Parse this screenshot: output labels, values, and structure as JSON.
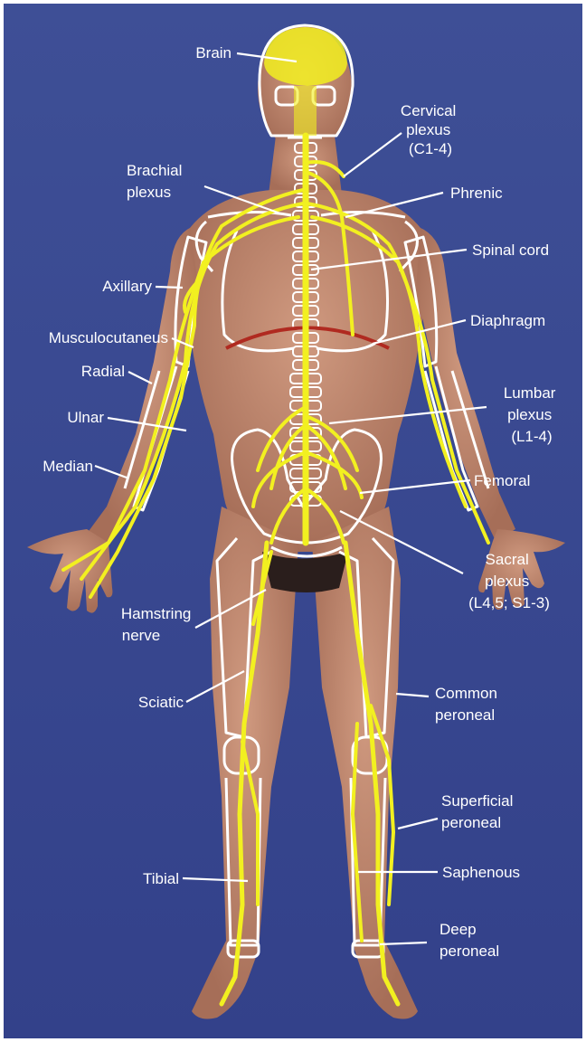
{
  "colors": {
    "background": "#3a4a8e",
    "skin": "#c08a70",
    "nerve": "#f2f020",
    "bone_outline": "#ffffff",
    "diaphragm": "#b02a20",
    "label_text": "#ffffff"
  },
  "labels": {
    "brain": [
      "Brain"
    ],
    "cervical_plexus": [
      "Cervical",
      "plexus",
      "(C1-4)"
    ],
    "brachial_plexus": [
      "Brachial",
      "plexus"
    ],
    "phrenic": [
      "Phrenic"
    ],
    "spinal_cord": [
      "Spinal cord"
    ],
    "axillary": [
      "Axillary"
    ],
    "musculocutaneus": [
      "Musculocutaneus"
    ],
    "diaphragm": [
      "Diaphragm"
    ],
    "radial": [
      "Radial"
    ],
    "ulnar": [
      "Ulnar"
    ],
    "lumbar_plexus": [
      "Lumbar",
      "plexus",
      "(L1-4)"
    ],
    "median": [
      "Median"
    ],
    "femoral": [
      "Femoral"
    ],
    "sacral_plexus": [
      "Sacral",
      "plexus",
      "(L4,5; S1-3)"
    ],
    "hamstring_nerve": [
      "Hamstring",
      "nerve"
    ],
    "sciatic": [
      "Sciatic"
    ],
    "common_peroneal": [
      "Common",
      "peroneal"
    ],
    "superficial_peroneal": [
      "Superficial",
      "peroneal"
    ],
    "tibial": [
      "Tibial"
    ],
    "saphenous": [
      "Saphenous"
    ],
    "deep_peroneal": [
      "Deep",
      "peroneal"
    ]
  }
}
